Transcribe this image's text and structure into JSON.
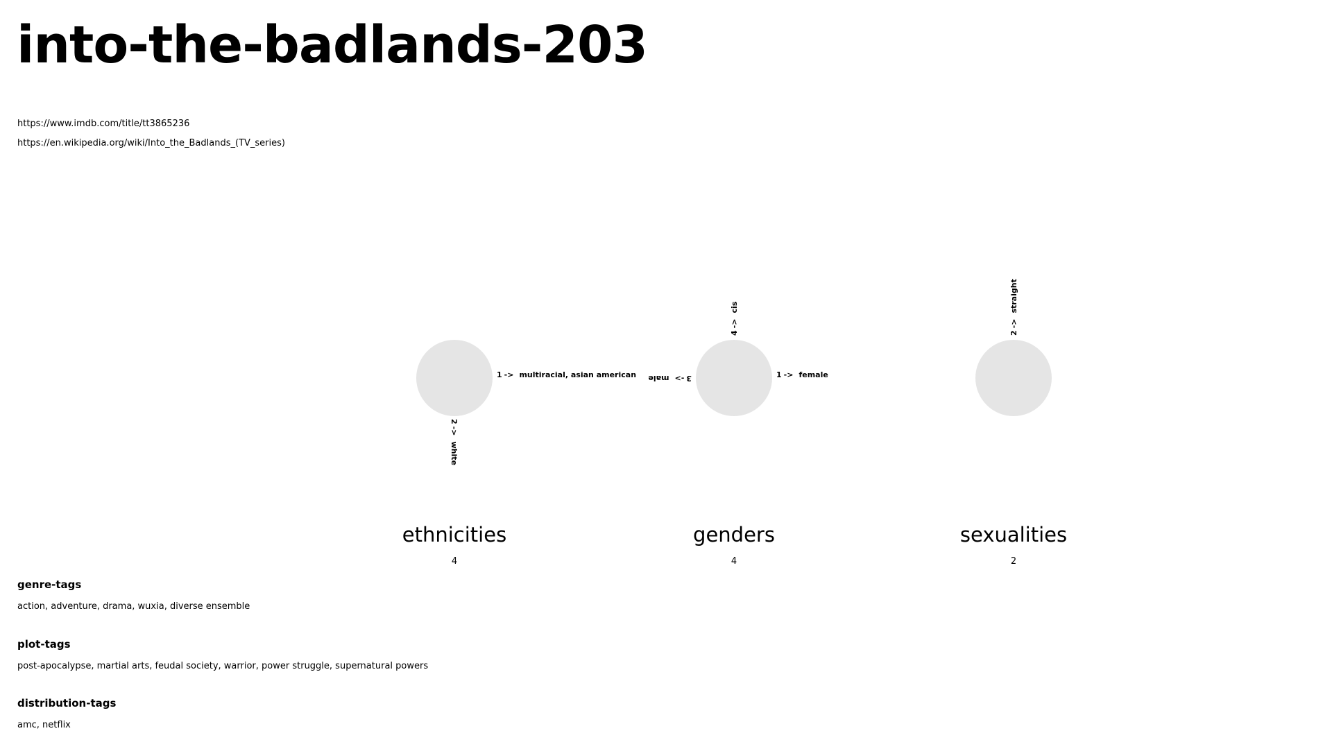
{
  "title": "into-the-badlands-203",
  "links": {
    "imdb": "https://www.imdb.com/title/tt3865236",
    "wikipedia": "https://en.wikipedia.org/wiki/Into_the_Badlands_(TV_series)"
  },
  "charts": {
    "ethnicities": {
      "label": "ethnicities",
      "count": "4",
      "slices": [
        {
          "count": "1",
          "arrow": "->",
          "label": "multiracial, asian american"
        },
        {
          "count": "2",
          "arrow": "->",
          "label": "white"
        }
      ]
    },
    "genders": {
      "label": "genders",
      "count": "4",
      "slices": [
        {
          "count": "4",
          "arrow": "->",
          "label": "cis"
        },
        {
          "count": "1",
          "arrow": "->",
          "label": "female"
        },
        {
          "count": "3",
          "arrow": "->",
          "label": "male"
        }
      ]
    },
    "sexualities": {
      "label": "sexualities",
      "count": "2",
      "slices": [
        {
          "count": "2",
          "arrow": "->",
          "label": "straight"
        }
      ]
    }
  },
  "tags": {
    "genre": {
      "heading": "genre-tags",
      "text": "action, adventure, drama, wuxia, diverse ensemble"
    },
    "plot": {
      "heading": "plot-tags",
      "text": "post-apocalypse, martial arts, feudal society, warrior, power struggle, supernatural powers"
    },
    "distribution": {
      "heading": "distribution-tags",
      "text": "amc, netflix"
    }
  },
  "colors": {
    "background": "#ffffff",
    "text": "#000000",
    "circle": "#e5e5e5"
  }
}
